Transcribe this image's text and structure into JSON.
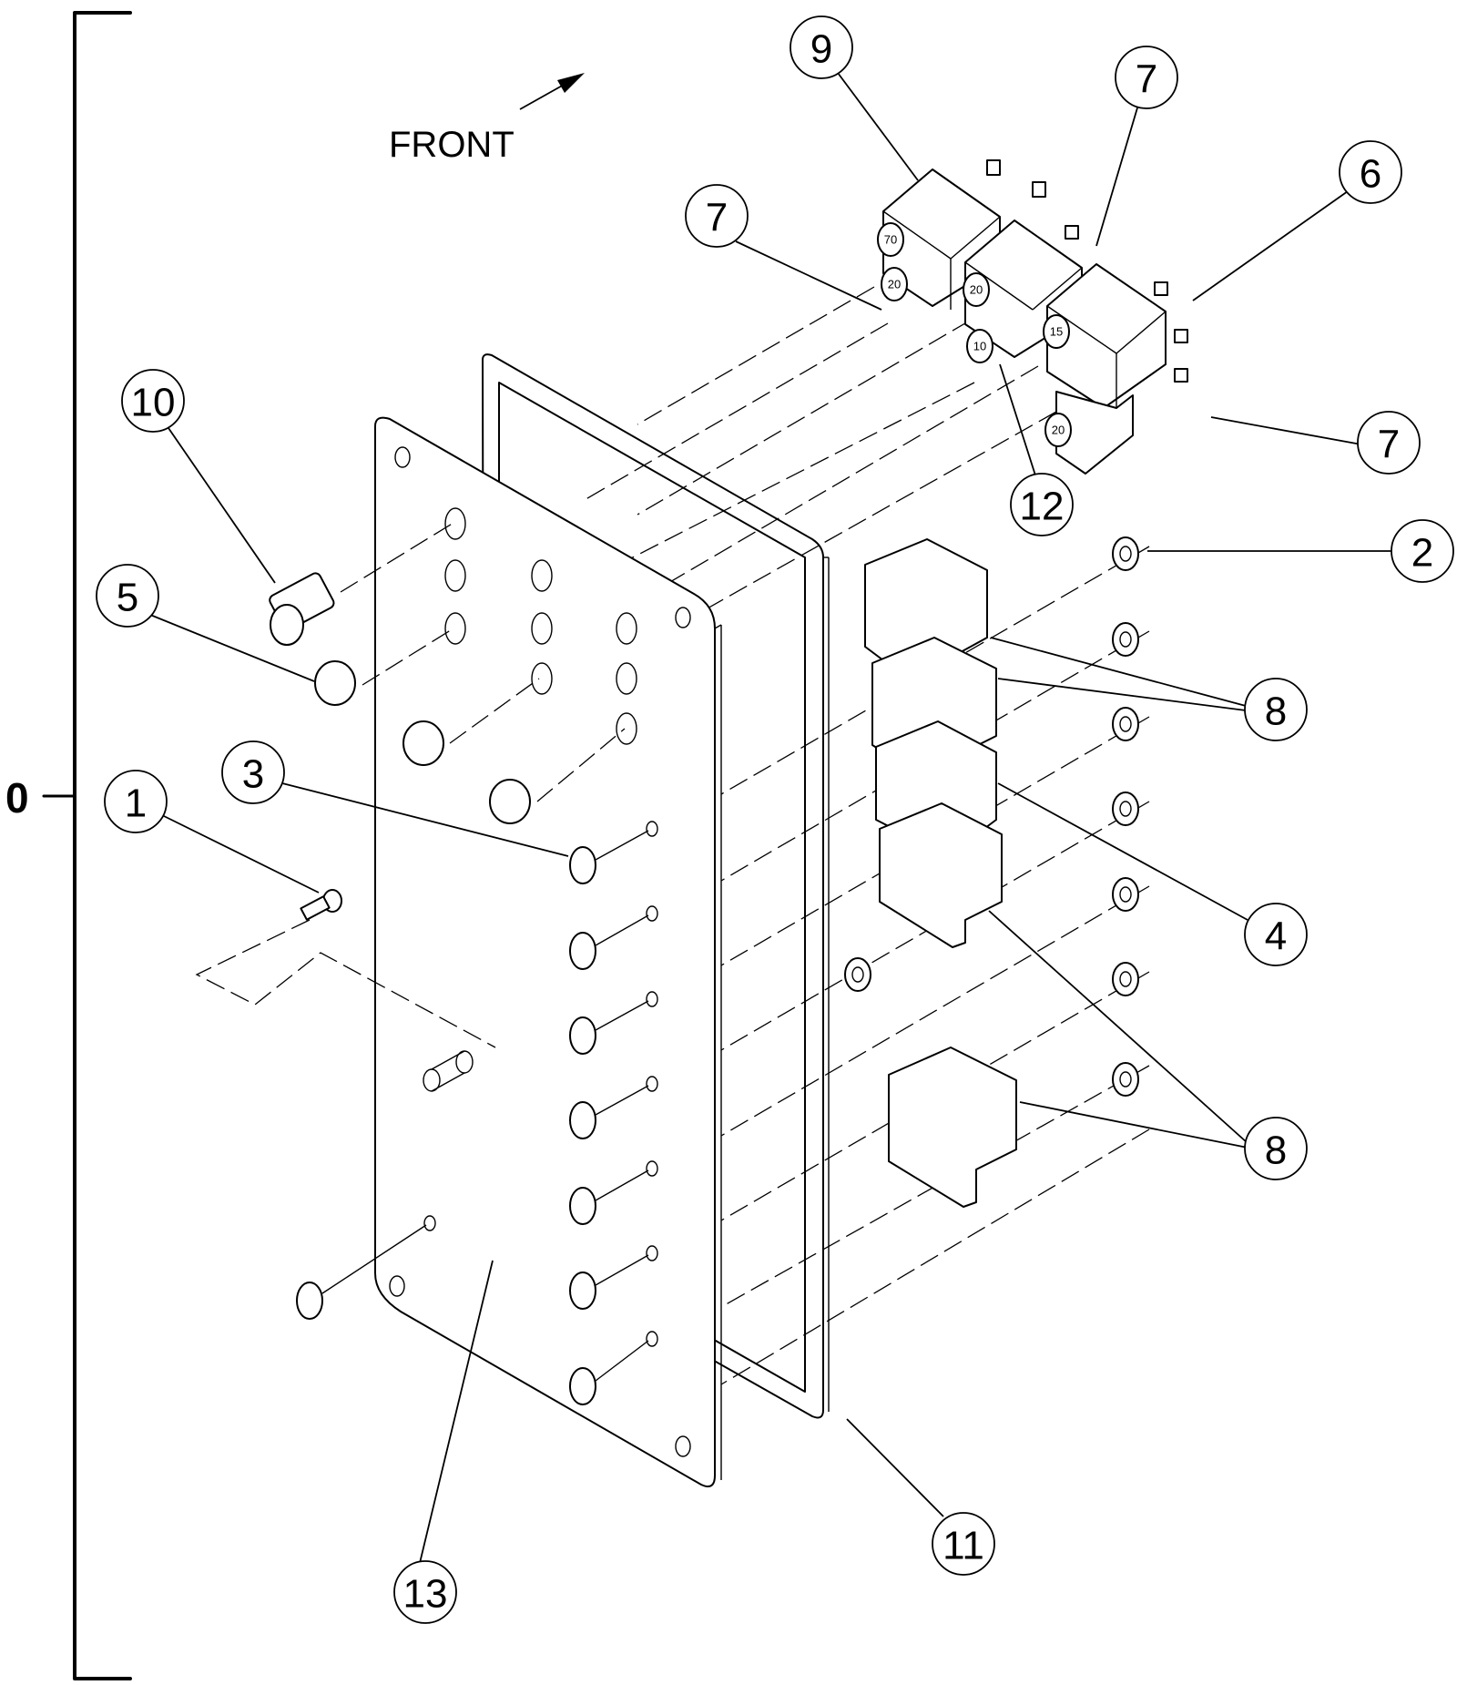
{
  "diagram": {
    "type": "exploded-assembly",
    "direction_label": "FRONT",
    "assembly_index": "0",
    "port_markings": [
      "70",
      "20",
      "20",
      "10",
      "15",
      "20"
    ],
    "callouts": [
      {
        "id": "callout-9",
        "label": "9",
        "part": "switch-block-top-left"
      },
      {
        "id": "callout-7a",
        "label": "7",
        "part": "switch-block-top-middle"
      },
      {
        "id": "callout-6",
        "label": "6",
        "part": "switch-block-top-right"
      },
      {
        "id": "callout-7b",
        "label": "7",
        "part": "switch-block-front-left"
      },
      {
        "id": "callout-10",
        "label": "10",
        "part": "large-button-cap"
      },
      {
        "id": "callout-5",
        "label": "5",
        "part": "button-cap"
      },
      {
        "id": "callout-12",
        "label": "12",
        "part": "switch-block-10"
      },
      {
        "id": "callout-7c",
        "label": "7",
        "part": "switch-block-bottom-right"
      },
      {
        "id": "callout-2",
        "label": "2",
        "part": "hex-nut"
      },
      {
        "id": "callout-8a",
        "label": "8",
        "part": "rocker-switches-upper"
      },
      {
        "id": "callout-3",
        "label": "3",
        "part": "phillips-screw"
      },
      {
        "id": "callout-1",
        "label": "1",
        "part": "indicator-lamp"
      },
      {
        "id": "callout-4",
        "label": "4",
        "part": "switch-with-tab"
      },
      {
        "id": "callout-8b",
        "label": "8",
        "part": "rocker-switches-lower"
      },
      {
        "id": "callout-11",
        "label": "11",
        "part": "gasket-frame"
      },
      {
        "id": "callout-13",
        "label": "13",
        "part": "front-panel-plate"
      }
    ]
  }
}
